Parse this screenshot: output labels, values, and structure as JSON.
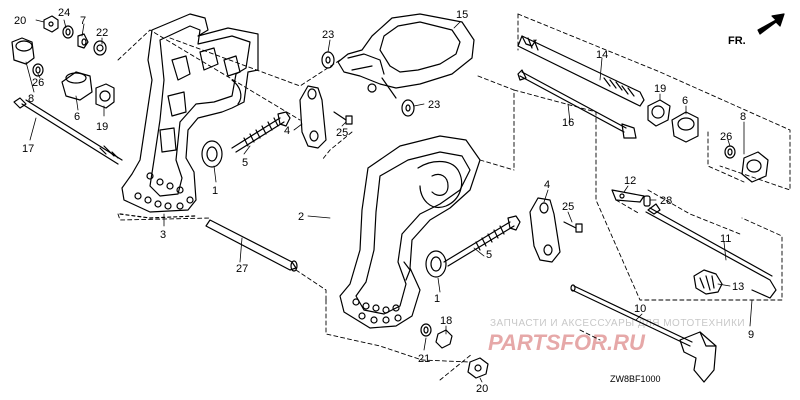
{
  "colors": {
    "line": "#000000",
    "watermark_red": "#e0a0a0",
    "watermark_grey": "#c8c8c8"
  },
  "orientation": {
    "label": "FR."
  },
  "diagram_code": "ZW8BF1000",
  "watermark": {
    "caption": "ЗАПЧАСТИ И АКСЕССУАРЫ ДЛЯ МОТОТЕХНИКИ",
    "logo": "PARTSFOR.RU"
  },
  "callouts": [
    {
      "id": "c20a",
      "label": "20"
    },
    {
      "id": "c24",
      "label": "24"
    },
    {
      "id": "c7",
      "label": "7"
    },
    {
      "id": "c22",
      "label": "22"
    },
    {
      "id": "c26a",
      "label": "26"
    },
    {
      "id": "c8a",
      "label": "8"
    },
    {
      "id": "c6a",
      "label": "6"
    },
    {
      "id": "c19a",
      "label": "19"
    },
    {
      "id": "c17",
      "label": "17"
    },
    {
      "id": "c1a",
      "label": "1"
    },
    {
      "id": "c3",
      "label": "3"
    },
    {
      "id": "c27",
      "label": "27"
    },
    {
      "id": "c23a",
      "label": "23"
    },
    {
      "id": "c15",
      "label": "15"
    },
    {
      "id": "c23b",
      "label": "23"
    },
    {
      "id": "c4a",
      "label": "4"
    },
    {
      "id": "c25a",
      "label": "25"
    },
    {
      "id": "c5a",
      "label": "5"
    },
    {
      "id": "c14",
      "label": "14"
    },
    {
      "id": "c19b",
      "label": "19"
    },
    {
      "id": "c6b",
      "label": "6"
    },
    {
      "id": "c16",
      "label": "16"
    },
    {
      "id": "c8b",
      "label": "8"
    },
    {
      "id": "c26b",
      "label": "26"
    },
    {
      "id": "c2",
      "label": "2"
    },
    {
      "id": "c4b",
      "label": "4"
    },
    {
      "id": "c25b",
      "label": "25"
    },
    {
      "id": "c5b",
      "label": "5"
    },
    {
      "id": "c1b",
      "label": "1"
    },
    {
      "id": "c12",
      "label": "12"
    },
    {
      "id": "c28",
      "label": "28"
    },
    {
      "id": "c11",
      "label": "11"
    },
    {
      "id": "c13",
      "label": "13"
    },
    {
      "id": "c10",
      "label": "10"
    },
    {
      "id": "c9",
      "label": "9"
    },
    {
      "id": "c18",
      "label": "18"
    },
    {
      "id": "c21",
      "label": "21"
    },
    {
      "id": "c20b",
      "label": "20"
    }
  ]
}
